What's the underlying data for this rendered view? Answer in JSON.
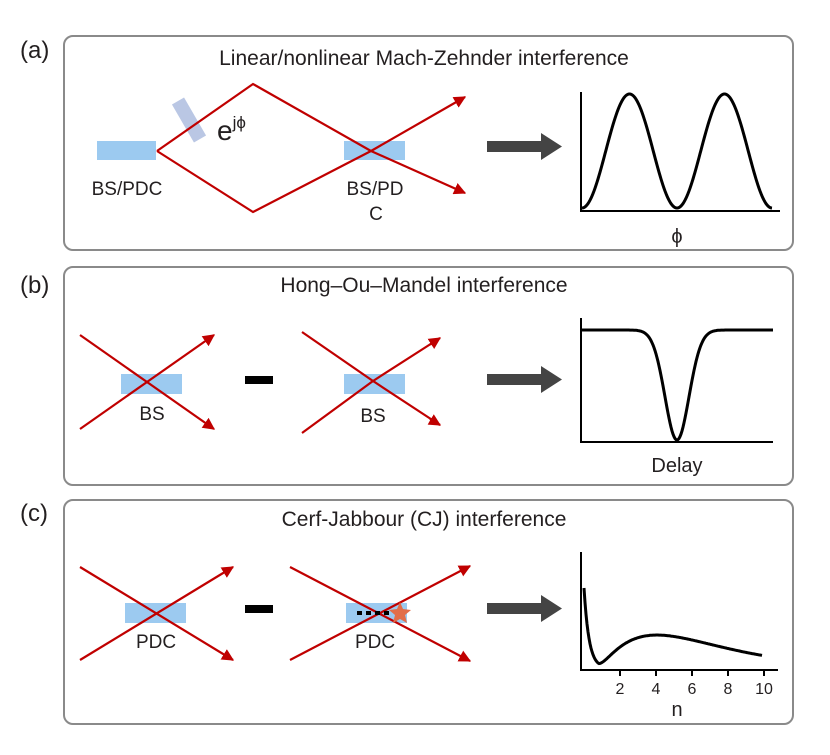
{
  "colors": {
    "beam": "#c00000",
    "splitter": "#9ccaf0",
    "big_arrow": "#444444",
    "phase_plate": "#a9b9dd",
    "marker": "#e26e4a",
    "panel_border": "#8a8a8a"
  },
  "panels": {
    "a": {
      "tag": "(a)",
      "title": "Linear/nonlinear Mach-Zehnder interference",
      "left_element": "BS/PDC",
      "right_element_line1": "BS/PD",
      "right_element_line2": "C",
      "phase_base": "e",
      "phase_exp": "jϕ",
      "xlabel": "ϕ"
    },
    "b": {
      "tag": "(b)",
      "title": "Hong–Ou–Mandel interference",
      "left_element": "BS",
      "right_element": "BS",
      "minus": "-",
      "xlabel": "Delay"
    },
    "c": {
      "tag": "(c)",
      "title": "Cerf-Jabbour (CJ) interference",
      "left_element": "PDC",
      "right_element": "PDC",
      "minus": "-",
      "xlabel": "n",
      "xticks": [
        "2",
        "4",
        "6",
        "8",
        "10"
      ]
    }
  },
  "icons": [
    "arrow-right-icon",
    "phase-plate-icon",
    "star-marker-icon"
  ]
}
